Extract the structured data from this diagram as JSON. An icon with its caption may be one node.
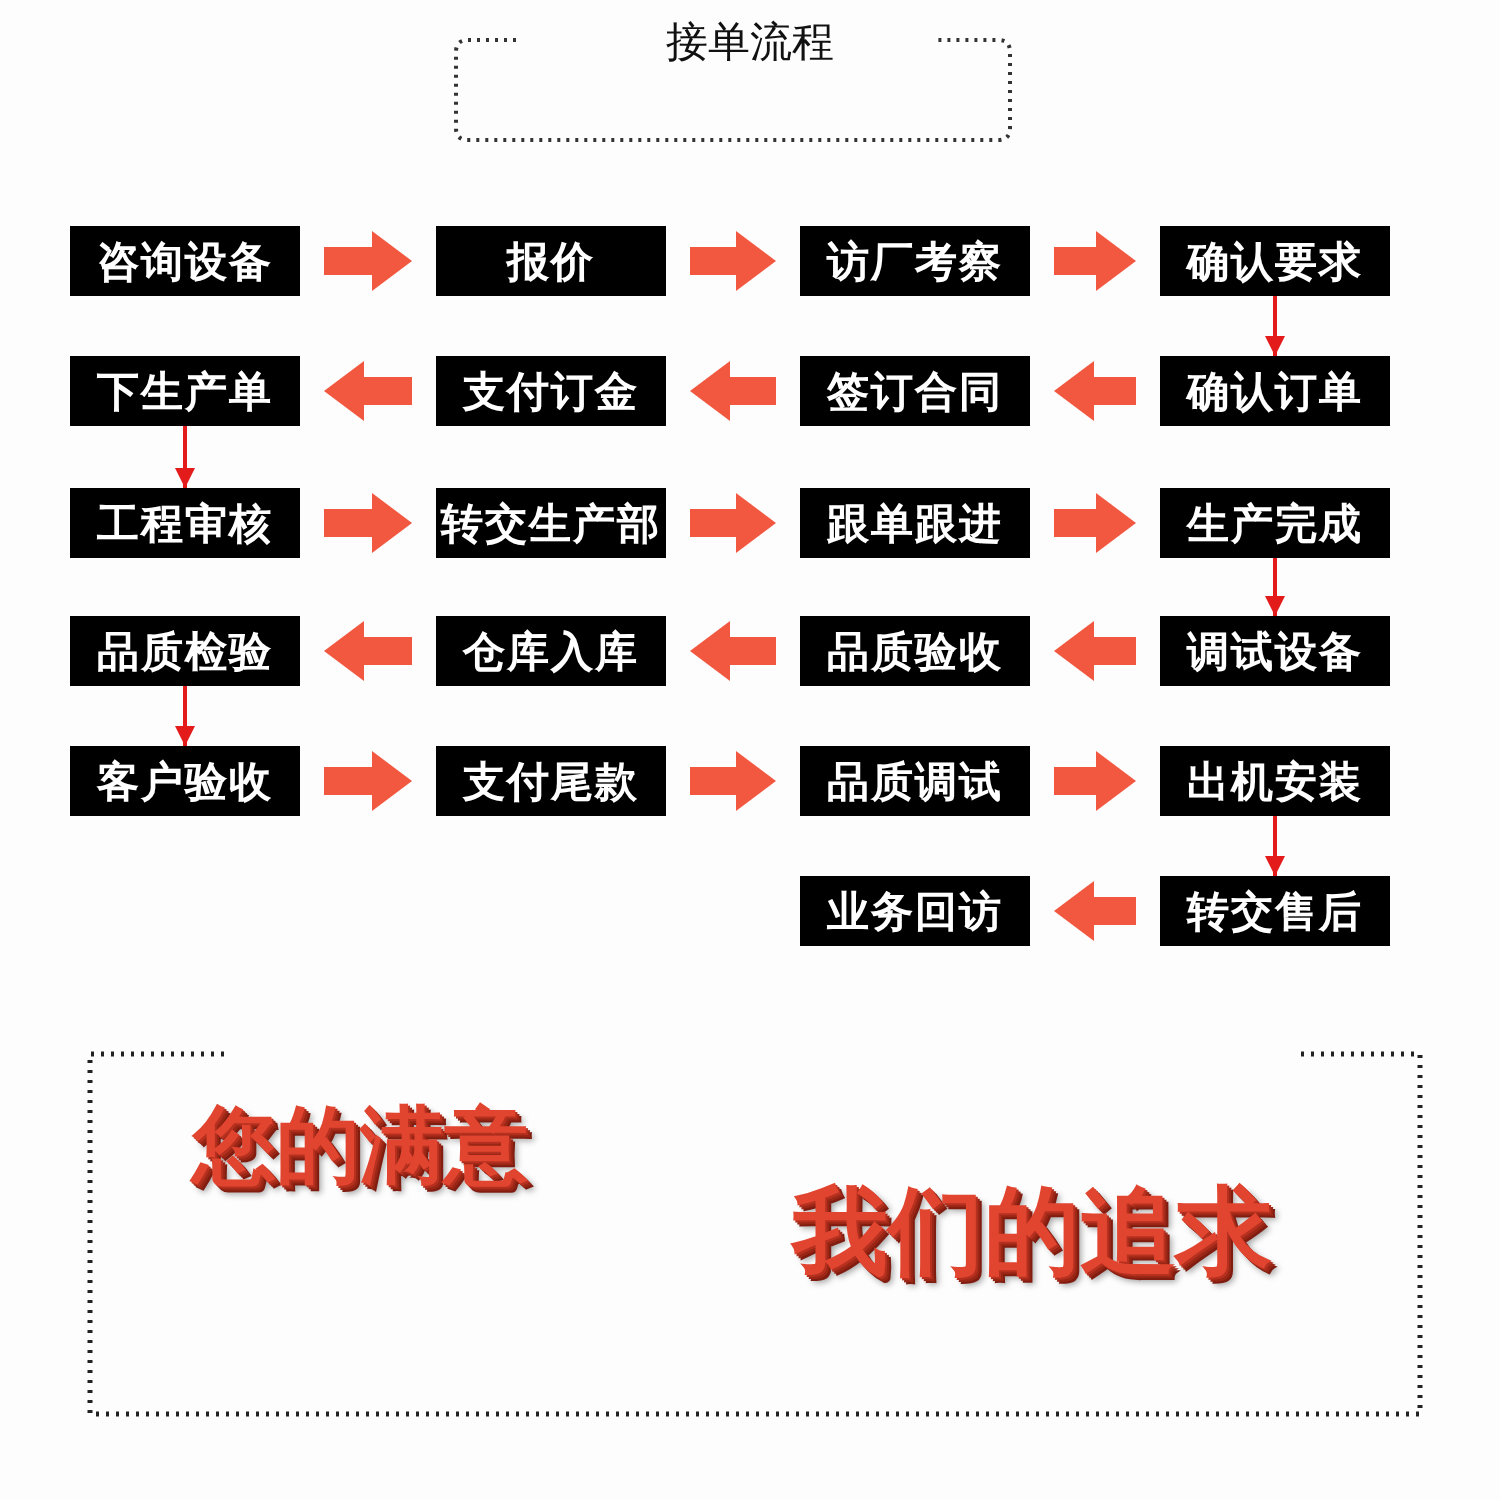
{
  "diagram": {
    "title": "接单流程",
    "nodes": [
      {
        "text": [
          "咨询设备"
        ]
      },
      {
        "text": [
          "报价"
        ]
      },
      {
        "text": [
          "访厂考察"
        ]
      },
      {
        "text": [
          "确认要求"
        ]
      },
      {
        "text": [
          "下生产单"
        ]
      },
      {
        "text": [
          "支付订金"
        ]
      },
      {
        "text": [
          "签订合同"
        ]
      },
      {
        "text": [
          "确认订单"
        ]
      },
      {
        "text": [
          "工程审核"
        ]
      },
      {
        "text": [
          "转交生产部"
        ]
      },
      {
        "text": [
          "跟单跟进"
        ]
      },
      {
        "text": [
          "生产完成"
        ]
      },
      {
        "text": [
          "品质检验"
        ]
      },
      {
        "text": [
          "仓库入库"
        ]
      },
      {
        "text": [
          "品质验收"
        ]
      },
      {
        "text": [
          "调试设备"
        ]
      },
      {
        "text": [
          "客户验收"
        ]
      },
      {
        "text": [
          "支付尾款"
        ]
      },
      {
        "text": [
          "品质调试"
        ]
      },
      {
        "text": [
          "出机安装"
        ]
      },
      {
        "text": [
          "业务回访"
        ]
      },
      {
        "text": [
          "转交售后"
        ]
      }
    ],
    "edges": [
      {
        "from": 0,
        "to": 1,
        "arrow": "to"
      },
      {
        "from": 1,
        "to": 2,
        "arrow": "to"
      },
      {
        "from": 2,
        "to": 3,
        "arrow": "to"
      },
      {
        "from": 3,
        "to": 7,
        "arrow": "to",
        "color": "#e31b1b"
      },
      {
        "from": 7,
        "to": 6,
        "arrow": "to"
      },
      {
        "from": 6,
        "to": 5,
        "arrow": "to"
      },
      {
        "from": 5,
        "to": 4,
        "arrow": "to"
      },
      {
        "from": 4,
        "to": 8,
        "arrow": "to",
        "color": "#e31b1b"
      },
      {
        "from": 8,
        "to": 9,
        "arrow": "to"
      },
      {
        "from": 9,
        "to": 10,
        "arrow": "to"
      },
      {
        "from": 10,
        "to": 11,
        "arrow": "to"
      },
      {
        "from": 11,
        "to": 15,
        "arrow": "to",
        "color": "#e31b1b"
      },
      {
        "from": 15,
        "to": 14,
        "arrow": "to"
      },
      {
        "from": 14,
        "to": 13,
        "arrow": "to"
      },
      {
        "from": 13,
        "to": 12,
        "arrow": "to"
      },
      {
        "from": 12,
        "to": 16,
        "arrow": "to",
        "color": "#e31b1b"
      },
      {
        "from": 16,
        "to": 17,
        "arrow": "to"
      },
      {
        "from": 17,
        "to": 18,
        "arrow": "to"
      },
      {
        "from": 18,
        "to": 19,
        "arrow": "to"
      },
      {
        "from": 19,
        "to": 21,
        "arrow": "to",
        "color": "#e31b1b"
      },
      {
        "from": 21,
        "to": 20,
        "arrow": "to"
      }
    ],
    "labels": [
      "您的满意",
      "我们的追求"
    ]
  }
}
